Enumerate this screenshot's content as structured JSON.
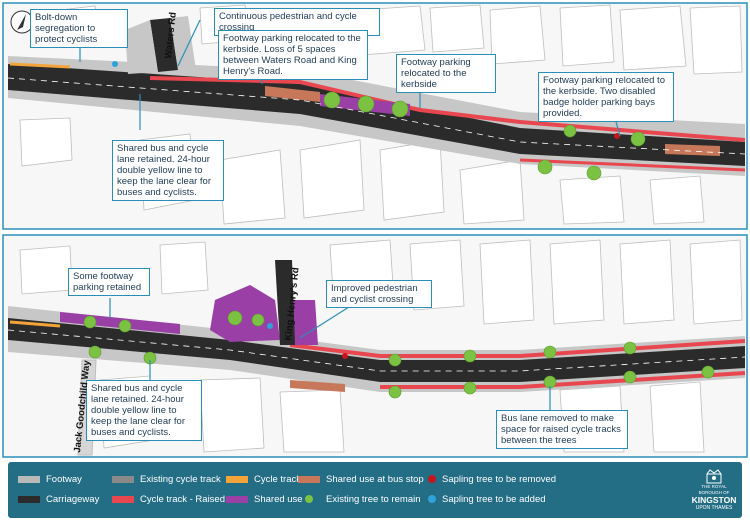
{
  "top_panel": {
    "road_label": "Waters Rd",
    "callouts": {
      "segregation": "Bolt-down segregation to protect cyclists",
      "crossing": "Continuous pedestrian and cycle crossing",
      "footway_relocated_loss": "Footway parking relocated to the kerbside. Loss of 5 spaces between Waters Road and King Henry's Road.",
      "footway_relocated": "Footway parking relocated to the kerbside",
      "disabled_bays": "Footway parking relocated to the kerbside. Two disabled badge holder parking bays provided.",
      "bus_lane": "Shared bus and cycle lane retained. 24-hour double yellow line to keep the lane clear for buses and cyclists."
    }
  },
  "bottom_panel": {
    "road_label_king": "King Henry's Rd",
    "road_label_jack": "Jack Goodchild Way",
    "callouts": {
      "some_parking": "Some footway parking retained",
      "improved_crossing": "Improved pedestrian and cyclist crossing",
      "bus_lane": "Shared bus and cycle lane retained. 24-hour double yellow line to keep the lane clear for buses and cyclists.",
      "bus_lane_removed": "Bus lane removed to make space for raised cycle tracks between the trees"
    }
  },
  "legend": {
    "items": [
      {
        "label": "Footway",
        "color": "#b9b9b9",
        "kind": "swatch"
      },
      {
        "label": "Carriageway",
        "color": "#2b2b2b",
        "kind": "swatch"
      },
      {
        "label": "Existing cycle track",
        "color": "#8a8a8a",
        "kind": "swatch"
      },
      {
        "label": "Cycle track - Raised",
        "color": "#e8474f",
        "kind": "swatch"
      },
      {
        "label": "Cycle track",
        "color": "#f2a43a",
        "kind": "swatch"
      },
      {
        "label": "Shared use",
        "color": "#9a3fa6",
        "kind": "swatch"
      },
      {
        "label": "Shared use at bus stop",
        "color": "#c8785a",
        "kind": "swatch"
      },
      {
        "label": "Existing tree to remain",
        "color": "#7cc242",
        "kind": "dot"
      },
      {
        "label": "Sapling tree to be removed",
        "color": "#c4161c",
        "kind": "dot"
      },
      {
        "label": "Sapling tree to be added",
        "color": "#2fa3d9",
        "kind": "dot"
      }
    ]
  },
  "logo": {
    "line1": "THE ROYAL BOROUGH OF",
    "line2": "KINGSTON",
    "line3": "UPON THAMES"
  },
  "colors": {
    "accent": "#2a8fb8",
    "legend_bg": "#236d85",
    "road": "#2b2b2b",
    "footway": "#b9b9b9",
    "raised_track": "#e8474f",
    "shared_use": "#9a3fa6",
    "tree": "#7cc242"
  }
}
